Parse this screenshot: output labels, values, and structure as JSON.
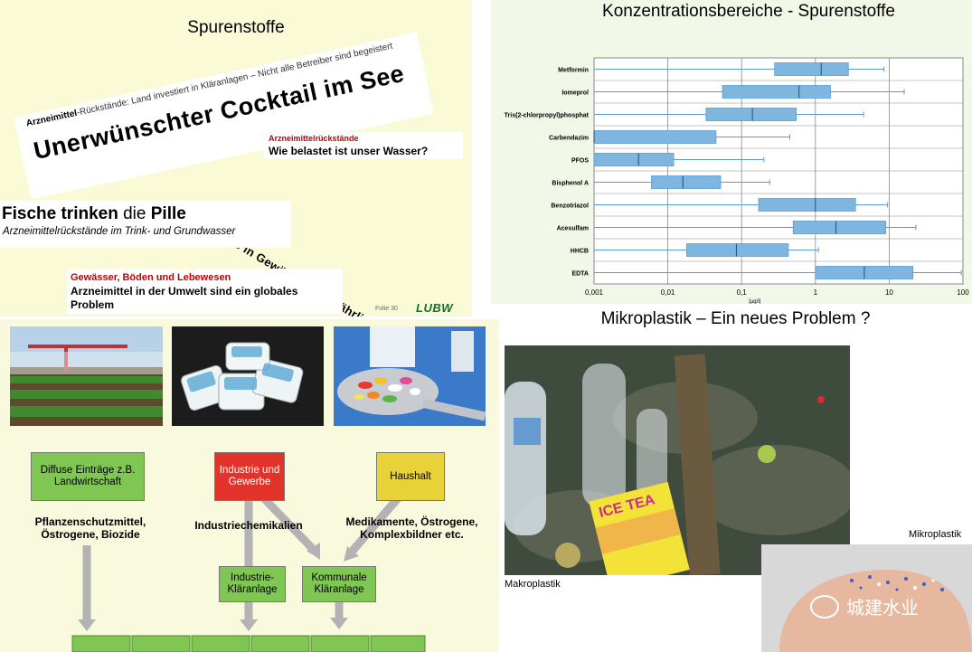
{
  "panel1": {
    "title": "Spurenstoffe",
    "banner1_prefix": "Arzneimittel",
    "banner1_small": "-Rückstände: Land investiert in Kläranlagen – Nicht alle Betreiber sind begeistert",
    "banner1_big": "Unerwünschter Cocktail im See",
    "banner2_red": "Arzneimittelrückstände",
    "banner2_text": "Wie belastet ist unser  Wasser?",
    "banner3_text": "Schadstoffe in Gewässern : Gefährlicher Cocktail",
    "banner4_part1": "Fische trinken",
    "banner4_part2": " die ",
    "banner4_part3": "Pille",
    "banner4_sub": "Arzneimittelrückstände im Trink- und Grundwasser",
    "banner5_red": "Gewässer, Böden und Lebewesen",
    "banner5_line1": "Arzneimittel in der Umwelt sind ein globales",
    "banner5_line2": "Problem",
    "folie": "Folie 30",
    "logo": "LUBW"
  },
  "panel2": {
    "title": "Konzentrationsbereiche - Spurenstoffe"
  },
  "chart_data": {
    "type": "boxplot",
    "title": "Konzentrationsbereiche - Spurenstoffe",
    "xlabel": "[µg/l]",
    "xscale": "log",
    "xlim": [
      0.001,
      100
    ],
    "xticks": [
      "0,001",
      "0,01",
      "0,1",
      "1",
      "10",
      "100"
    ],
    "grid": true,
    "categories": [
      "Metformin",
      "Iomeprol",
      "Tris(2-chlorpropyl)phosphat",
      "Carbendazim",
      "PFOS",
      "Bisphenol A",
      "Benzotriazol",
      "Acesulfam",
      "HHCB",
      "EDTA"
    ],
    "series": [
      {
        "name": "Metformin",
        "min": 0.001,
        "q1": 0.28,
        "median": 1.2,
        "q3": 2.8,
        "max": 8.5
      },
      {
        "name": "Iomeprol",
        "min": 0.001,
        "q1": 0.055,
        "median": 0.6,
        "q3": 1.6,
        "max": 16
      },
      {
        "name": "Tris(2-chlorpropyl)phosphat",
        "min": 0.001,
        "q1": 0.033,
        "median": 0.14,
        "q3": 0.55,
        "max": 4.5
      },
      {
        "name": "Carbendazim",
        "min": 0.001,
        "q1": 0.001,
        "median": 0.001,
        "q3": 0.045,
        "max": 0.45
      },
      {
        "name": "PFOS",
        "min": 0.001,
        "q1": 0.001,
        "median": 0.004,
        "q3": 0.012,
        "max": 0.2
      },
      {
        "name": "Bisphenol A",
        "min": 0.001,
        "q1": 0.006,
        "median": 0.016,
        "q3": 0.052,
        "max": 0.24
      },
      {
        "name": "Benzotriazol",
        "min": 0.001,
        "q1": 0.17,
        "median": 1.0,
        "q3": 3.5,
        "max": 9.5
      },
      {
        "name": "Acesulfam",
        "min": 0.001,
        "q1": 0.5,
        "median": 1.9,
        "q3": 9.0,
        "max": 23
      },
      {
        "name": "HHCB",
        "min": 0.001,
        "q1": 0.018,
        "median": 0.085,
        "q3": 0.43,
        "max": 1.1
      },
      {
        "name": "EDTA",
        "min": 0.001,
        "q1": 1.0,
        "median": 4.6,
        "q3": 21,
        "max": 95
      }
    ]
  },
  "panel3": {
    "box1": "Diffuse Einträge z.B. Landwirtschaft",
    "box2": "Industrie und Gewerbe",
    "box3": "Haushalt",
    "text1_line1": "Pflanzenschutzmittel,",
    "text1_line2": "Östrogene, Biozide",
    "text2": "Industriechemikalien",
    "text3_line1": "Medikamente, Östrogene,",
    "text3_line2": "Komplexbildner etc.",
    "box4": "Industrie- Kläranlage",
    "box5": "Kommunale Kläranlage",
    "colors": {
      "green_box": "#7fc653",
      "red_box": "#e2332a",
      "yellow_box": "#e8d23a",
      "arrow": "#b3b3b3"
    }
  },
  "panel4": {
    "title": "Mikroplastik – Ein neues Problem ?",
    "bottle_label": "ICE TEA",
    "label_makro": "Makroplastik",
    "label_mikro": "Mikroplastik",
    "watermark": "城建水业"
  }
}
